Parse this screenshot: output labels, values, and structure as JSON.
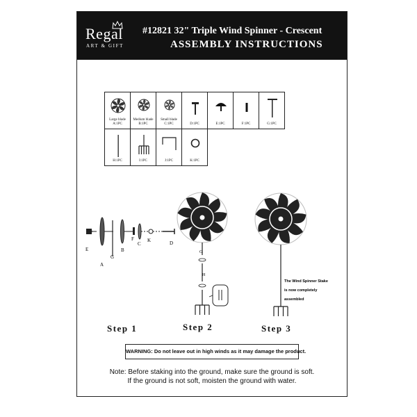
{
  "header": {
    "brand": "Regal",
    "brand_sub": "ART & GIFT",
    "title_line": "#12821  32\" Triple Wind Spinner - Crescent",
    "subtitle": "ASSEMBLY  INSTRUCTIONS"
  },
  "parts": [
    {
      "label": "Large blade",
      "qty": "A:1PC",
      "icon": "large-blade-icon"
    },
    {
      "label": "Medium blade",
      "qty": "B:1PC",
      "icon": "medium-blade-icon"
    },
    {
      "label": "Small blade",
      "qty": "C:1PC",
      "icon": "small-blade-icon"
    },
    {
      "label": "",
      "qty": "D:1PC",
      "icon": "axle-pin-icon"
    },
    {
      "label": "",
      "qty": "E:1PC",
      "icon": "end-cap-icon"
    },
    {
      "label": "",
      "qty": "F:1PC",
      "icon": "spacer-icon"
    },
    {
      "label": "",
      "qty": "G:1PC",
      "icon": "top-stake-icon"
    },
    {
      "label": "",
      "qty": "H:1PC",
      "icon": "middle-stake-icon"
    },
    {
      "label": "",
      "qty": "I:1PC",
      "icon": "ground-stake-icon"
    },
    {
      "label": "",
      "qty": "J:1PC",
      "icon": "wrench-icon"
    },
    {
      "label": "",
      "qty": "K:1PC",
      "icon": "washer-icon"
    }
  ],
  "step1": {
    "label": "Step  1",
    "callouts": {
      "E": "E",
      "A": "A",
      "G": "G",
      "B": "B",
      "F": "F",
      "C": "C",
      "K": "K",
      "D": "D"
    }
  },
  "step2": {
    "label": "Step  2",
    "callouts": {
      "G": "G",
      "H": "H"
    }
  },
  "step3": {
    "label": "Step  3",
    "note_lines": [
      "The Wind Spinner Stake",
      "is now completely",
      "assembled"
    ]
  },
  "warning": "WARNING: Do not leave out in high winds as it may damage the product.",
  "footer_note": [
    "Note: Before staking into the ground, make sure the ground is soft.",
    "If the ground is not soft, moisten the ground with water."
  ]
}
